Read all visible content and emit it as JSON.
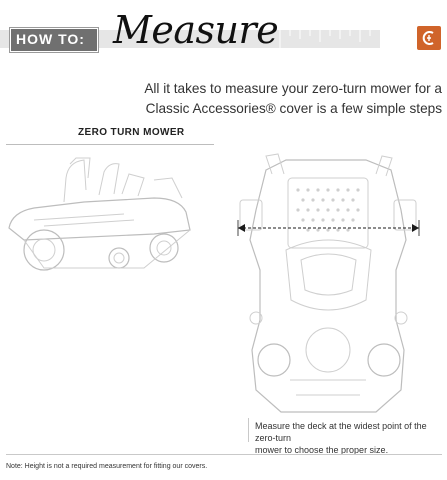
{
  "header": {
    "howto_label": "HOW TO:",
    "title": "Measure",
    "logo_icon": "classic-accessories-logo-icon",
    "accent_color": "#d0642a"
  },
  "intro": {
    "line1": "All it takes to measure your zero-turn mower for a",
    "line2": "Classic Accessories® cover is a few simple steps"
  },
  "section": {
    "label": "ZERO TURN MOWER"
  },
  "figures": {
    "side_view_icon": "zero-turn-mower-side-view-icon",
    "top_view_icon": "zero-turn-mower-top-view-icon",
    "measure_arrow_color": "#1a1a1a"
  },
  "caption": {
    "line1": "Measure the deck at the widest point of the zero-turn",
    "line2": "mower to choose the proper size."
  },
  "footer": {
    "note": "Note: Height is not a required measurement for fitting our covers."
  }
}
